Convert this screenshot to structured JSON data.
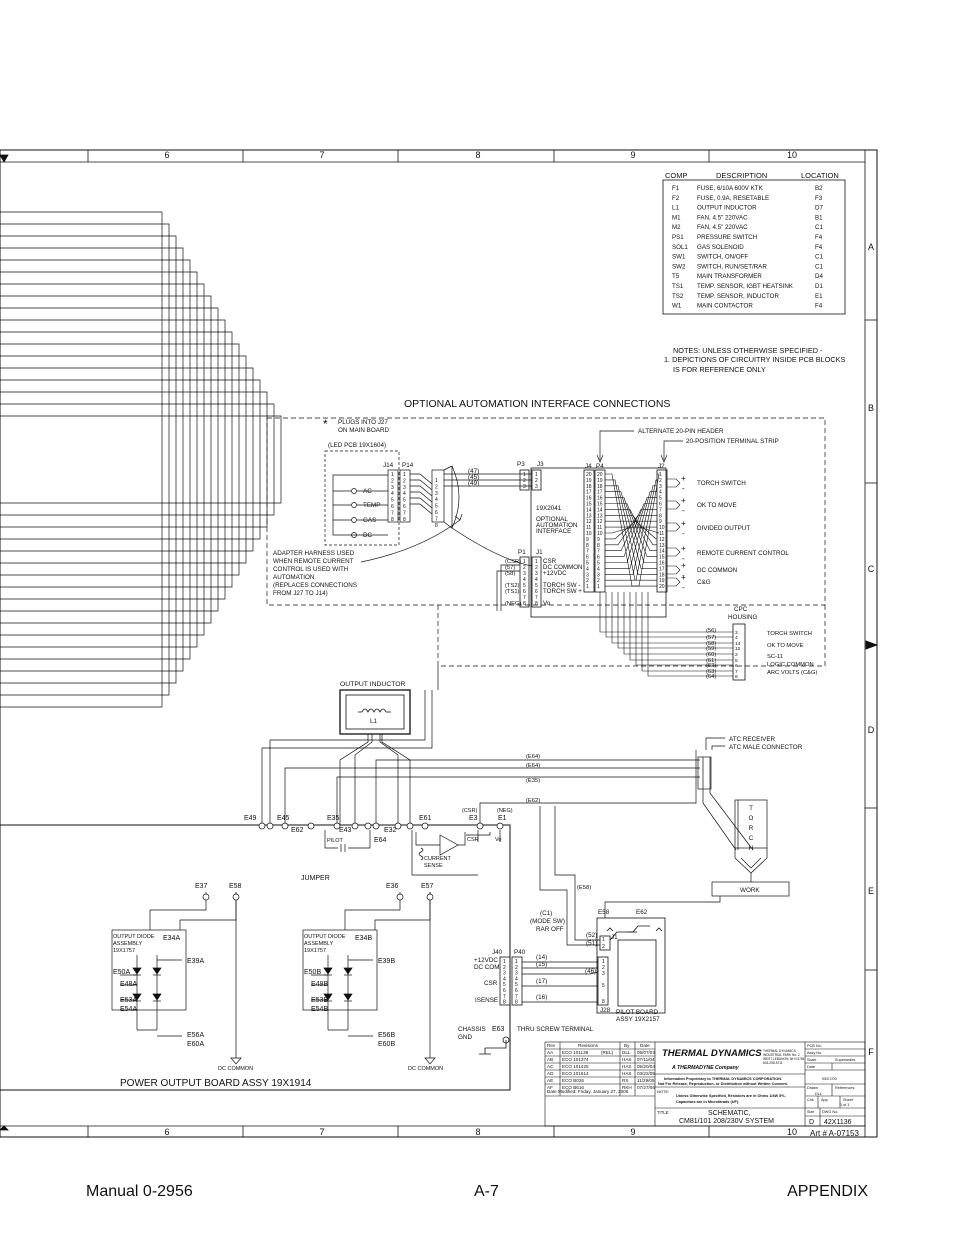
{
  "columns": [
    "6",
    "7",
    "8",
    "9",
    "10"
  ],
  "rows": [
    "A",
    "B",
    "C",
    "D",
    "E",
    "F"
  ],
  "comp_table": {
    "headers": [
      "COMP",
      "DESCRIPTION",
      "LOCATION"
    ],
    "rows": [
      [
        "F1",
        "FUSE, 6/10A 600V KTK",
        "B2"
      ],
      [
        "F2",
        "FUSE, 0.9A, RESETABLE",
        "F3"
      ],
      [
        "L1",
        "OUTPUT INDUCTOR",
        "D7"
      ],
      [
        "M1",
        "FAN, 4.5\" 220VAC",
        "B1"
      ],
      [
        "M2",
        "FAN, 4.5\" 220VAC",
        "C1"
      ],
      [
        "PS1",
        "PRESSURE SWITCH",
        "F4"
      ],
      [
        "SOL1",
        "GAS SOLENOID",
        "F4"
      ],
      [
        "SW1",
        "SWITCH, ON/OFF",
        "C1"
      ],
      [
        "SW2",
        "SWITCH, RUN/SET/RAR",
        "C1"
      ],
      [
        "T5",
        "MAIN TRANSFORMER",
        "D4"
      ],
      [
        "TS1",
        "TEMP. SENSOR, IGBT HEATSINK",
        "D1"
      ],
      [
        "TS2",
        "TEMP. SENSOR, INDUCTOR",
        "E1"
      ],
      [
        "W1",
        "MAIN CONTACTOR",
        "F4"
      ]
    ]
  },
  "notes": {
    "title": "NOTES: UNLESS OTHERWISE SPECIFIED -",
    "line1": "1. DEPICTIONS OF CIRCUITRY INSIDE PCB BLOCKS",
    "line2": "IS FOR REFERENCE ONLY"
  },
  "automation": {
    "title": "OPTIONAL AUTOMATION INTERFACE CONNECTIONS",
    "plugs_note": [
      "PLUGS INTO J27",
      "ON MAIN BOARD"
    ],
    "led_pcb": "(LED PCB 19X1604)",
    "j14": "J14",
    "p14": "P14",
    "leds": [
      "AC",
      "TEMP",
      "GAS",
      "DC"
    ],
    "adapter_note": [
      "ADAPTER HARNESS USED",
      "WHEN REMOTE CURRENT",
      "CONTROL IS USED WITH",
      "AUTOMATION",
      "(REPLACES CONNECTIONS",
      "FROM J27 TO J14)"
    ],
    "wires_p3": [
      "(47)",
      "(45)",
      "(49)"
    ],
    "p3": "P3",
    "j3": "J3",
    "board": [
      "19X2041",
      "OPTIONAL",
      "AUTOMATION",
      "INTERFACE"
    ],
    "p1": "P1",
    "j1": "J1",
    "p1_signals": [
      "CSR",
      "DC COMMON",
      "+12VDC",
      "",
      "TORCH SW -",
      "TORCH SW +",
      "",
      "Vo"
    ],
    "p1_wires": [
      "(CSR)",
      "(57)",
      "(58)",
      "",
      "(TS2)",
      "(TS1)",
      "",
      "(NEG)"
    ],
    "j4": "J4",
    "p4": "P4",
    "j2": "J2",
    "alt_header": "ALTERNATE 20-PIN HEADER",
    "terminal_strip": "20-POSITION TERMINAL STRIP",
    "outputs": [
      "TORCH SWITCH",
      "OK TO MOVE",
      "DIVIDED OUTPUT",
      "REMOTE CURRENT CONTROL",
      "DC COMMON",
      "C&G"
    ]
  },
  "cpc": {
    "title": [
      "CPC",
      "HOUSING"
    ],
    "wires": [
      "(56)",
      "(57)",
      "(58)",
      "(59)",
      "(60)",
      "(61)",
      "(62)",
      "(63)",
      "(64)"
    ],
    "labels": [
      "TORCH SWITCH",
      "OK TO MOVE",
      "SC-11",
      "LOGIC COMMON",
      "ARC VOLTS (C&G)"
    ]
  },
  "inductor": {
    "title": "OUTPUT INDUCTOR",
    "name": "L1"
  },
  "atc": {
    "receiver": "ATC RECEIVER",
    "male": "ATC MALE CONNECTOR",
    "torch": [
      "T",
      "O",
      "R",
      "C",
      "H"
    ],
    "work": "WORK"
  },
  "harness_labels": [
    "(E64)",
    "(E64)",
    "(E35)",
    "(E62)",
    "(E58)"
  ],
  "power_board": {
    "title": "POWER OUTPUT BOARD ASSY 19X1914",
    "terms_top": [
      "E49",
      "E45",
      "E62",
      "E35",
      "E43",
      "E32",
      "E64",
      "E61",
      "E3",
      "E1"
    ],
    "csr_neg": [
      "(CSR)",
      "(NEG)"
    ],
    "pilot": "PILOT",
    "current_sense": [
      "CURRENT",
      "SENSE"
    ],
    "csr": "CSR",
    "vo": "Vo",
    "jumper": "JUMPER",
    "terms_mid": [
      "E37",
      "E58",
      "E36",
      "E57"
    ],
    "diode_left": [
      "OUTPUT DIODE",
      "ASSEMBLY",
      "19X1757"
    ],
    "diode_right": [
      "OUTPUT DIODE",
      "ASSEMBLY",
      "19X1757"
    ],
    "left_terms": [
      "E34A",
      "E39A",
      "E50A",
      "E48A",
      "E53A",
      "E54A",
      "E56A",
      "E60A"
    ],
    "right_terms": [
      "E34B",
      "E39B",
      "E50B",
      "E48B",
      "E53B",
      "E54B",
      "E56B",
      "E60B"
    ],
    "dc_common": "DC COMMON"
  },
  "pilot_board": {
    "title": [
      "PILOT BOARD",
      "ASSY 19X2157"
    ],
    "e58": "E58",
    "e62": "E62",
    "j1": "J1",
    "j40": "J40",
    "p40": "P40",
    "j28": "J28",
    "mode": [
      "(C1)",
      "(MODE SW)",
      "RAR OFF"
    ],
    "left_labels": [
      "+12VDC",
      "DC COM",
      "CSR",
      "ISENSE"
    ],
    "wires": [
      "(52)",
      "(51)",
      "(14)",
      "(15)",
      "(46)",
      "(17)",
      "(16)"
    ],
    "chassis": [
      "CHASSIS",
      "GND"
    ],
    "e63": "E63",
    "thru": "THRU SCREW TERMINAL"
  },
  "title_block": {
    "company": "THERMAL DYNAMICS",
    "sub": "A THERMADYNE Company",
    "addr": [
      "THERMAL DYNAMICS",
      "INDUSTRIAL PARK No. 2",
      "WEST LEBANON, NH 03784",
      "603-298-5711"
    ],
    "rev_headers": [
      "Rev",
      "Revisions",
      "By",
      "Date"
    ],
    "revs": [
      [
        "AA",
        "ECO 101138",
        "(REL)",
        "DLL",
        "05/07/03"
      ],
      [
        "AB",
        "ECO 101374",
        "",
        "HAS",
        "07/11/04"
      ],
      [
        "AC",
        "ECO 101425",
        "",
        "HAS",
        "05/20/04"
      ],
      [
        "AD",
        "ECO 101614",
        "",
        "HAS",
        "03/22/05"
      ],
      [
        "AE",
        "ECO B026",
        "",
        "RS",
        "11/29/05"
      ],
      [
        "AF",
        "ECO B616",
        "",
        "RKH",
        "07/27/06"
      ]
    ],
    "proprietary": [
      "Information Proprietary to THERMAL DYNAMICS CORPORATION.",
      "Not For Release, Reproduction, or Distribution without Written Consent."
    ],
    "note": [
      "Unless Otherwise Specified, Resistors are in Ohms 1/4W 5%.",
      "Capacitors are in Microfarads (UF)."
    ],
    "note_label": "NOTE:",
    "date_modified": "Date Modified: Friday, January 27, 2006",
    "title_label": "TITLE:",
    "title": [
      "SCHEMATIC,",
      "CM81/101  208/230V SYSTEM"
    ],
    "fields": {
      "pcb": "PCB No.",
      "assy": "Assy No.",
      "scale": "Scale",
      "supersedes": "Supersedes",
      "date_label": "Date",
      "date": "05/07/03",
      "drawn": "Drawn",
      "references": "References",
      "drawn_by": "DLL",
      "chk": "Chk",
      "app": "App",
      "sheet": "Sheet",
      "sheet_val": "1   of   1",
      "size": "Size",
      "dwg": "DWG No.",
      "size_val": "D",
      "dwg_val": "42X1136"
    },
    "art": "Art # A-07153"
  },
  "footer": {
    "left": "Manual 0-2956",
    "center": "A-7",
    "right": "APPENDIX"
  }
}
